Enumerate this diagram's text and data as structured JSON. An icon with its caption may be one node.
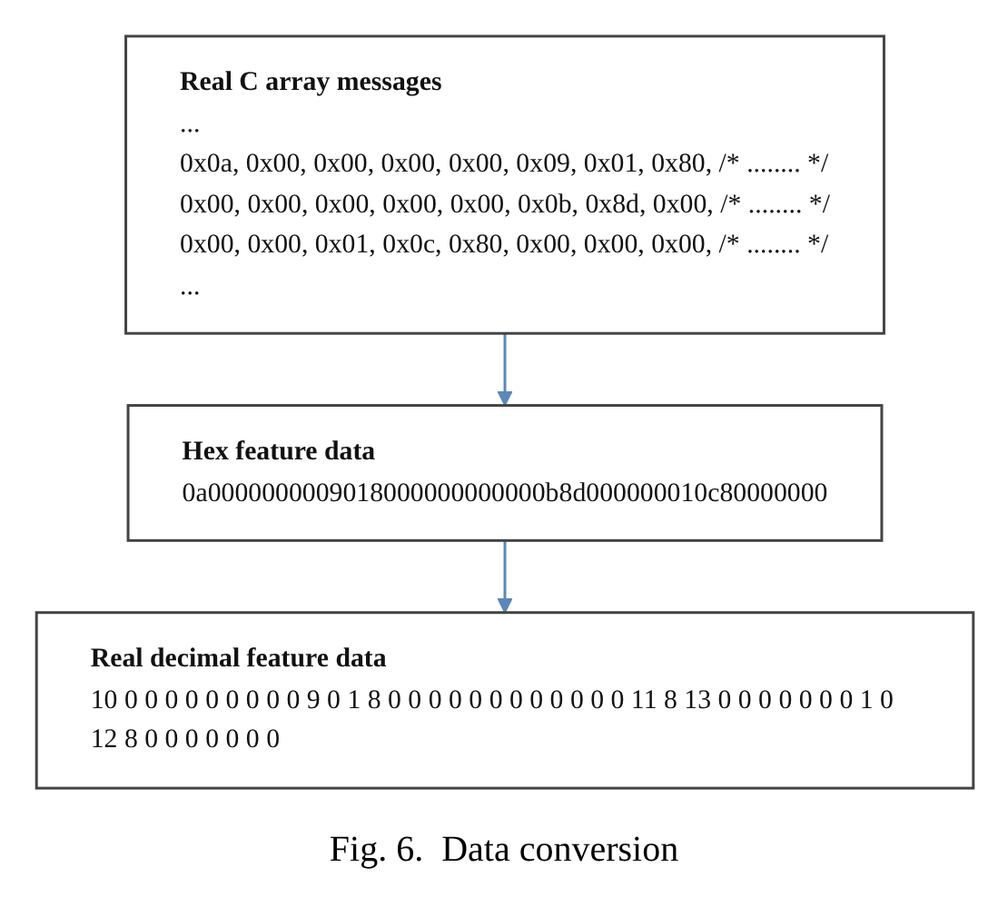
{
  "diagram": {
    "caption": "Fig. 6.  Data conversion",
    "nodes": [
      {
        "text": [
          "Real C array messages",
          "...",
          "0x0a, 0x00, 0x00, 0x00, 0x00, 0x09, 0x01, 0x80, /* ........ */",
          "0x00, 0x00, 0x00, 0x00, 0x00, 0x0b, 0x8d, 0x00, /* ........ */",
          "0x00, 0x00, 0x01, 0x0c, 0x80, 0x00, 0x00, 0x00, /* ........ */",
          "..."
        ]
      },
      {
        "text": [
          "Hex feature data",
          "0a0000000009018000000000000b8d000000010c80000000"
        ]
      },
      {
        "text": [
          "Real decimal feature data",
          "10 0 0 0 0 0 0 0 0 0 9 0 1 8 0 0 0 0 0 0 0 0 0 0 0 0 11 8 13 0 0 0 0 0 0 0 1 0 12 8 0 0 0 0 0 0 0"
        ]
      }
    ],
    "edges": [
      {
        "from": 0,
        "to": 1,
        "arrow": "to"
      },
      {
        "from": 1,
        "to": 2,
        "arrow": "to"
      }
    ]
  }
}
